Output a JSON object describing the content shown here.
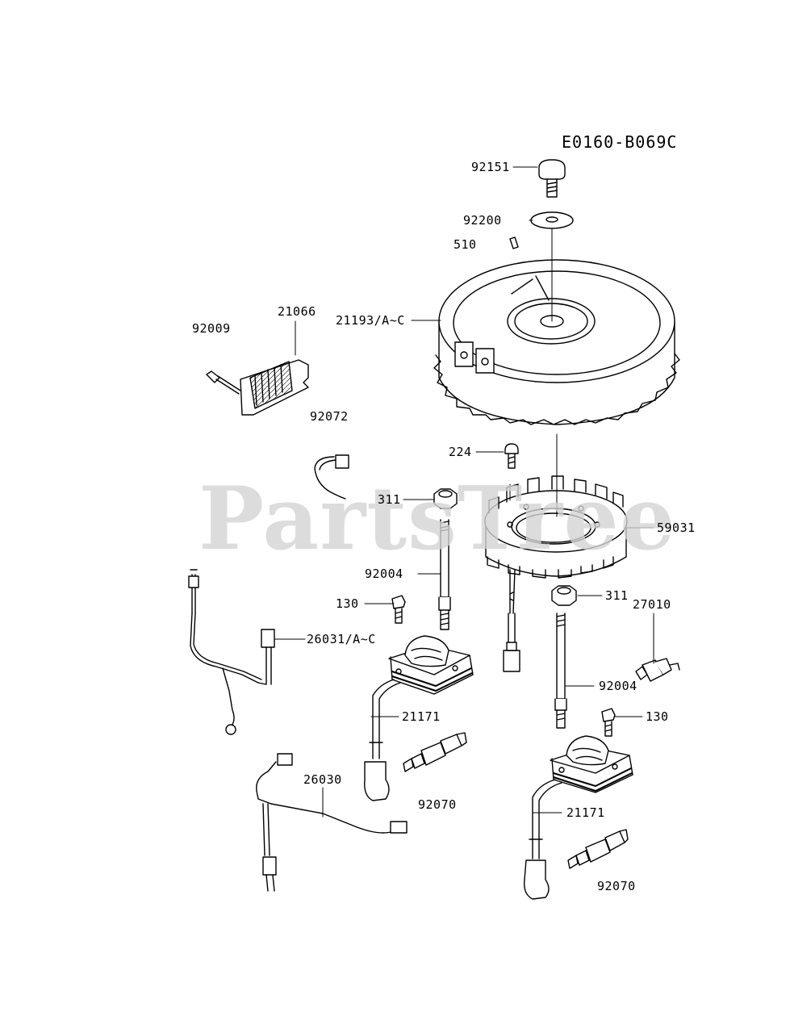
{
  "diagram": {
    "code": "E0160-B069C",
    "watermark": "PartsTree",
    "parts": {
      "p92151": "92151",
      "p92200": "92200",
      "p510": "510",
      "p21193": "21193/A~C",
      "p21066": "21066",
      "p92009": "92009",
      "p92072": "92072",
      "p224": "224",
      "p311a": "311",
      "p59031": "59031",
      "p92004a": "92004",
      "p130a": "130",
      "p311b": "311",
      "p27010": "27010",
      "p26031": "26031/A~C",
      "p92004b": "92004",
      "p130b": "130",
      "p21171a": "21171",
      "p26030": "26030",
      "p92070a": "92070",
      "p21171b": "21171",
      "p92070b": "92070"
    }
  }
}
